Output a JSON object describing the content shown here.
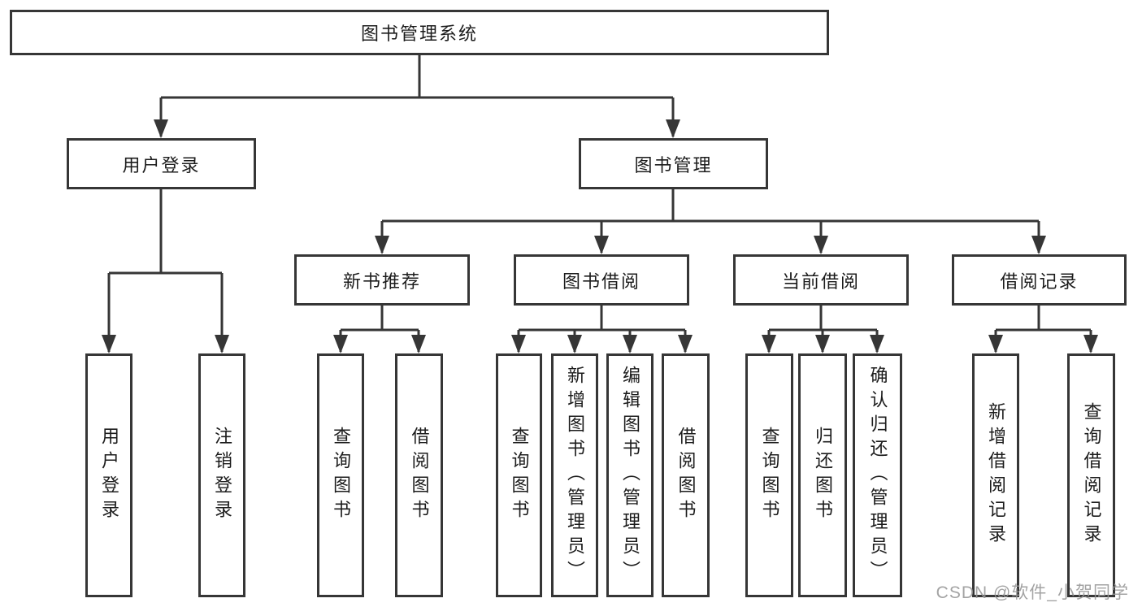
{
  "tree": {
    "label": "图书管理系统",
    "children": [
      {
        "label": "用户登录",
        "children": [
          {
            "label": "用户登录"
          },
          {
            "label": "注销登录"
          }
        ]
      },
      {
        "label": "图书管理",
        "children": [
          {
            "label": "新书推荐",
            "children": [
              {
                "label": "查询图书"
              },
              {
                "label": "借阅图书"
              }
            ]
          },
          {
            "label": "图书借阅",
            "children": [
              {
                "label": "查询图书"
              },
              {
                "label": "新增图书（管理员）"
              },
              {
                "label": "编辑图书（管理员）"
              },
              {
                "label": "借阅图书"
              }
            ]
          },
          {
            "label": "当前借阅",
            "children": [
              {
                "label": "查询图书"
              },
              {
                "label": "归还图书"
              },
              {
                "label": "确认归还（管理员）"
              }
            ]
          },
          {
            "label": "借阅记录",
            "children": [
              {
                "label": "新增借阅记录"
              },
              {
                "label": "查询借阅记录"
              }
            ]
          }
        ]
      }
    ]
  },
  "watermark": {
    "text": "CSDN @软件_小贺同学"
  },
  "colors": {
    "line": "#363636",
    "box_border": "#363636",
    "text": "#1c1c1c",
    "watermark": "#969696",
    "background": "#ffffff"
  }
}
